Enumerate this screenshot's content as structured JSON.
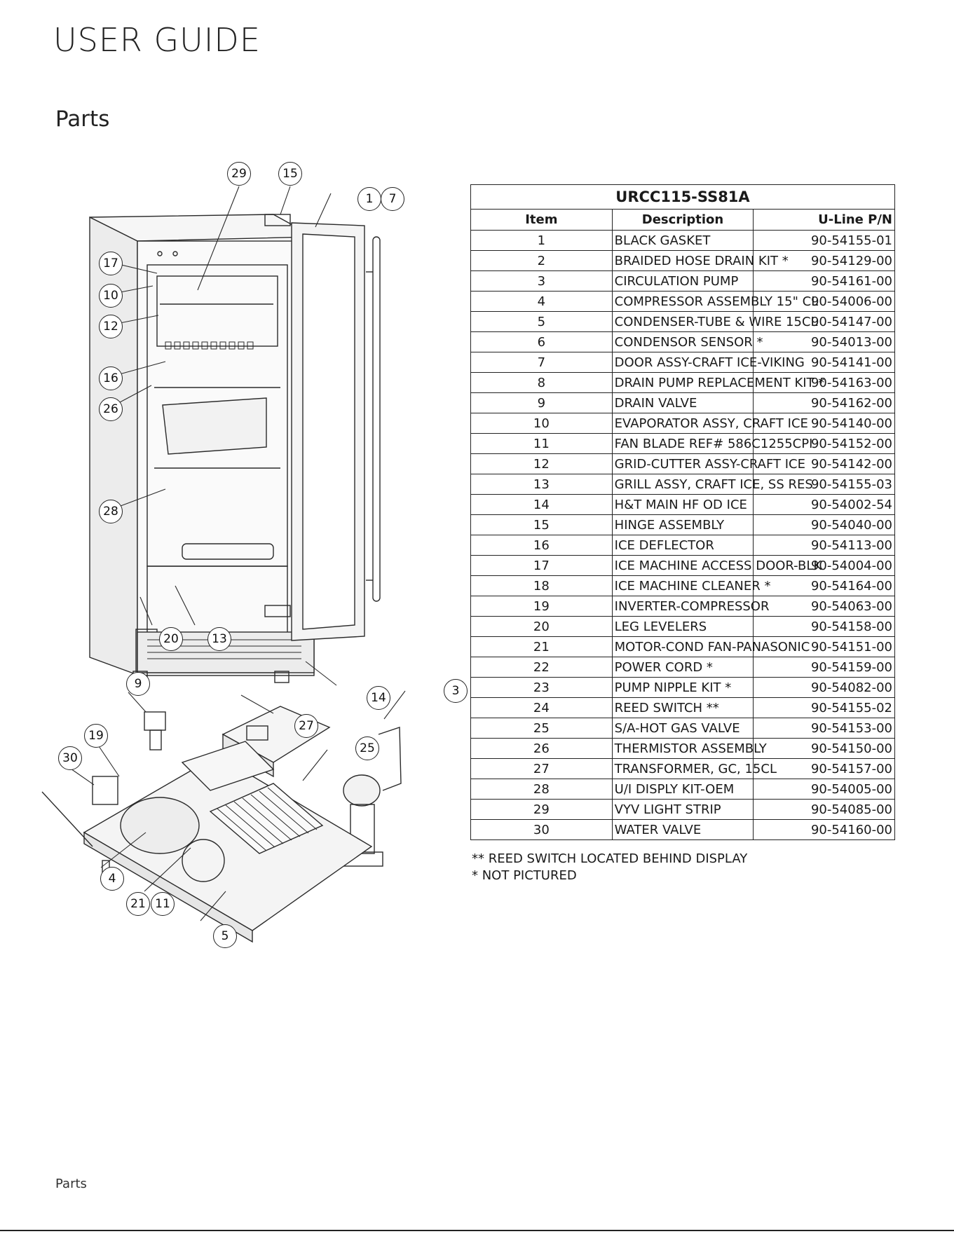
{
  "header": {
    "title": "USER GUIDE"
  },
  "section": {
    "title": "Parts"
  },
  "diagram": {
    "callouts": [
      "29",
      "15",
      "1",
      "7",
      "17",
      "10",
      "12",
      "16",
      "26",
      "28",
      "20",
      "13",
      "9",
      "14",
      "3",
      "27",
      "19",
      "25",
      "30",
      "4",
      "21",
      "11",
      "5"
    ]
  },
  "table": {
    "model": "URCC115-SS81A",
    "columns": [
      "Item",
      "Description",
      "U-Line P/N"
    ],
    "rows": [
      [
        "1",
        "BLACK GASKET",
        "90-54155-01"
      ],
      [
        "2",
        "BRAIDED HOSE DRAIN KIT *",
        "90-54129-00"
      ],
      [
        "3",
        "CIRCULATION PUMP",
        "90-54161-00"
      ],
      [
        "4",
        "COMPRESSOR ASSEMBLY 15\" CL",
        "90-54006-00"
      ],
      [
        "5",
        "CONDENSER-TUBE & WIRE 15CL",
        "90-54147-00"
      ],
      [
        "6",
        "CONDENSOR SENSOR *",
        "90-54013-00"
      ],
      [
        "7",
        "DOOR ASSY-CRAFT ICE-VIKING",
        "90-54141-00"
      ],
      [
        "8",
        "DRAIN PUMP REPLACEMENT KIT *",
        "90-54163-00"
      ],
      [
        "9",
        "DRAIN VALVE",
        "90-54162-00"
      ],
      [
        "10",
        "EVAPORATOR ASSY, CRAFT ICE",
        "90-54140-00"
      ],
      [
        "11",
        "FAN BLADE REF# 586C1255CPI",
        "90-54152-00"
      ],
      [
        "12",
        "GRID-CUTTER ASSY-CRAFT ICE",
        "90-54142-00"
      ],
      [
        "13",
        "GRILL ASSY, CRAFT ICE, SS RES",
        "90-54155-03"
      ],
      [
        "14",
        "H&T MAIN HF OD ICE",
        "90-54002-54"
      ],
      [
        "15",
        "HINGE ASSEMBLY",
        "90-54040-00"
      ],
      [
        "16",
        "ICE DEFLECTOR",
        "90-54113-00"
      ],
      [
        "17",
        "ICE MACHINE ACCESS DOOR-BLK",
        "90-54004-00"
      ],
      [
        "18",
        "ICE MACHINE CLEANER *",
        "90-54164-00"
      ],
      [
        "19",
        "INVERTER-COMPRESSOR",
        "90-54063-00"
      ],
      [
        "20",
        "LEG LEVELERS",
        "90-54158-00"
      ],
      [
        "21",
        "MOTOR-COND FAN-PANASONIC",
        "90-54151-00"
      ],
      [
        "22",
        "POWER CORD *",
        "90-54159-00"
      ],
      [
        "23",
        "PUMP NIPPLE KIT *",
        "90-54082-00"
      ],
      [
        "24",
        "REED SWITCH **",
        "90-54155-02"
      ],
      [
        "25",
        "S/A-HOT GAS VALVE",
        "90-54153-00"
      ],
      [
        "26",
        "THERMISTOR ASSEMBLY",
        "90-54150-00"
      ],
      [
        "27",
        "TRANSFORMER, GC, 15CL",
        "90-54157-00"
      ],
      [
        "28",
        "U/I DISPLY KIT-OEM",
        "90-54005-00"
      ],
      [
        "29",
        "VYV LIGHT STRIP",
        "90-54085-00"
      ],
      [
        "30",
        "WATER VALVE",
        "90-54160-00"
      ]
    ]
  },
  "notes": [
    "** REED SWITCH LOCATED BEHIND DISPLAY",
    "* NOT PICTURED"
  ],
  "footer": {
    "label": "Parts"
  }
}
